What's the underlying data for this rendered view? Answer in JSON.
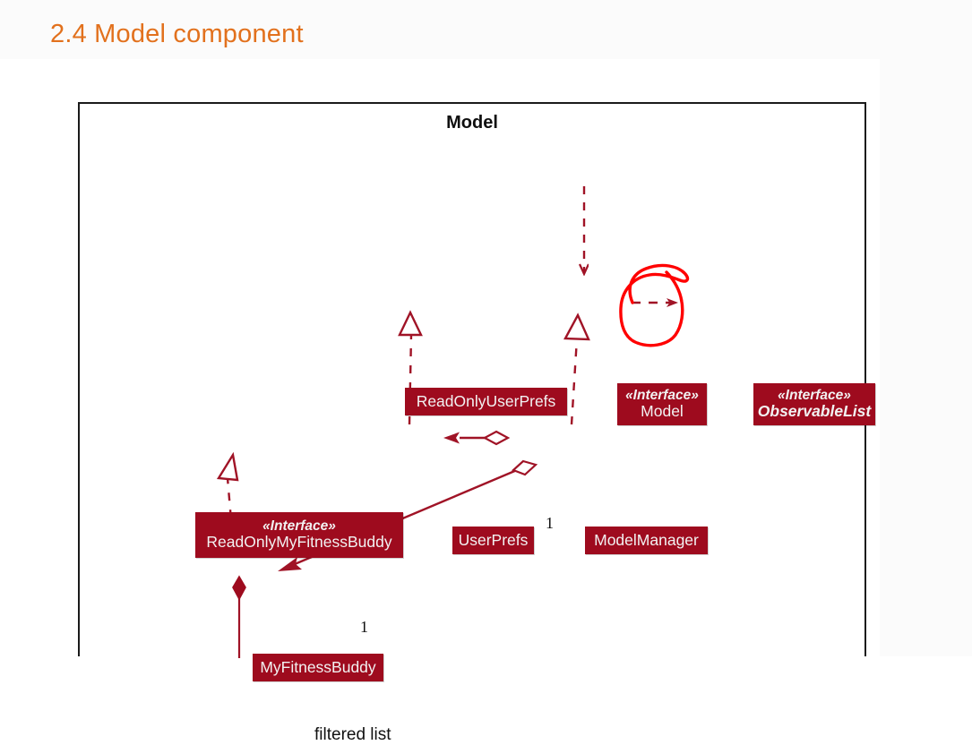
{
  "slide": {
    "title": "2.4 Model component",
    "title_color": "#E2711D"
  },
  "diagram": {
    "title": "Model",
    "box_fill": "#9E0B1E",
    "box_text_color": "#F2F2F2",
    "connector_color": "#A01326",
    "annotation_color": "#FF0000",
    "frame_border_color": "#1A1A1A",
    "classes": [
      {
        "id": "readonlyuserprefs",
        "name": "ReadOnlyUserPrefs",
        "stereotype": "",
        "italic": false
      },
      {
        "id": "model",
        "name": "Model",
        "stereotype": "«Interface»",
        "italic": false
      },
      {
        "id": "observablelist",
        "name": "ObservableList",
        "stereotype": "«Interface»",
        "italic": true
      },
      {
        "id": "readonlymyfitnessbuddy",
        "name": "ReadOnlyMyFitnessBuddy",
        "stereotype": "«Interface»",
        "italic": false
      },
      {
        "id": "userprefs",
        "name": "UserPrefs",
        "stereotype": "",
        "italic": false
      },
      {
        "id": "modelmanager",
        "name": "ModelManager",
        "stereotype": "",
        "italic": false
      },
      {
        "id": "myfitnessbuddy",
        "name": "MyFitnessBuddy",
        "stereotype": "",
        "italic": false
      }
    ],
    "edge_labels": {
      "userprefs_multiplicity": "1",
      "myfitnessbuddy_multiplicity": "1",
      "filtered_list": "filtered list"
    },
    "relationships": [
      {
        "from": "external",
        "to": "model",
        "type": "dependency"
      },
      {
        "from": "model",
        "to": "observablelist",
        "type": "dependency"
      },
      {
        "from": "userprefs",
        "to": "readonlyuserprefs",
        "type": "realization"
      },
      {
        "from": "modelmanager",
        "to": "model",
        "type": "realization"
      },
      {
        "from": "myfitnessbuddy",
        "to": "readonlymyfitnessbuddy",
        "type": "realization"
      },
      {
        "from": "modelmanager",
        "to": "userprefs",
        "type": "aggregation"
      },
      {
        "from": "modelmanager",
        "to": "myfitnessbuddy",
        "type": "aggregation"
      },
      {
        "from": "myfitnessbuddy",
        "to": "filtered-list",
        "type": "composition"
      }
    ],
    "annotation": {
      "shape": "hand-drawn-circle",
      "targets": "model-to-observablelist-dependency"
    }
  }
}
